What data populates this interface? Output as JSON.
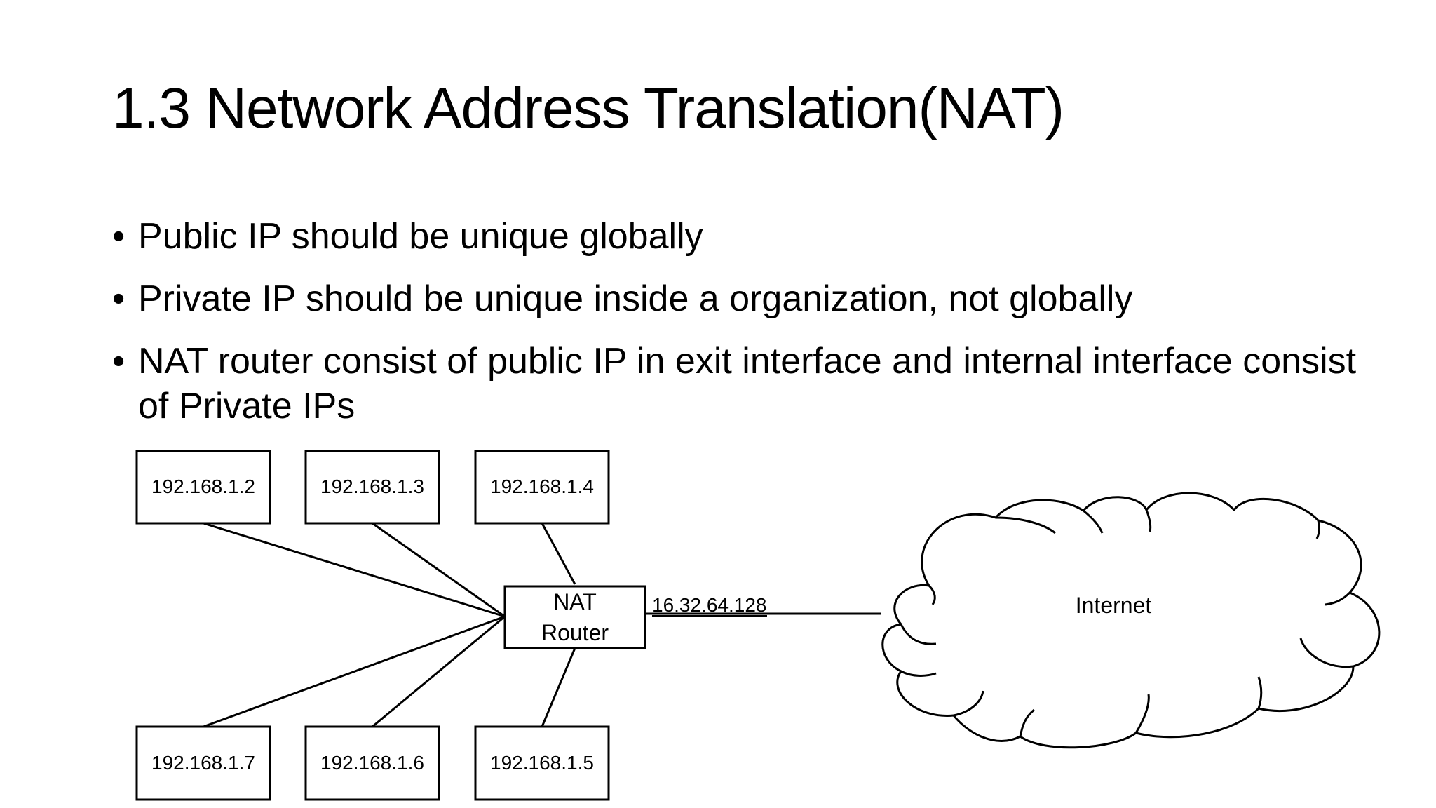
{
  "slide": {
    "title": "1.3 Network Address Translation(NAT)",
    "bullet_glyph": "•",
    "bullets": [
      "Public IP should be unique globally",
      "Private IP should be unique inside a organization, not globally",
      "NAT router consist of public IP in exit interface and internal interface consist of Private IPs"
    ]
  },
  "diagram": {
    "hosts_top": [
      "192.168.1.2",
      "192.168.1.3",
      "192.168.1.4"
    ],
    "hosts_bottom": [
      "192.168.1.7",
      "192.168.1.6",
      "192.168.1.5"
    ],
    "router": {
      "line1": "NAT",
      "line2": "Router"
    },
    "public_ip": "16.32.64.128",
    "cloud_label": "Internet"
  }
}
